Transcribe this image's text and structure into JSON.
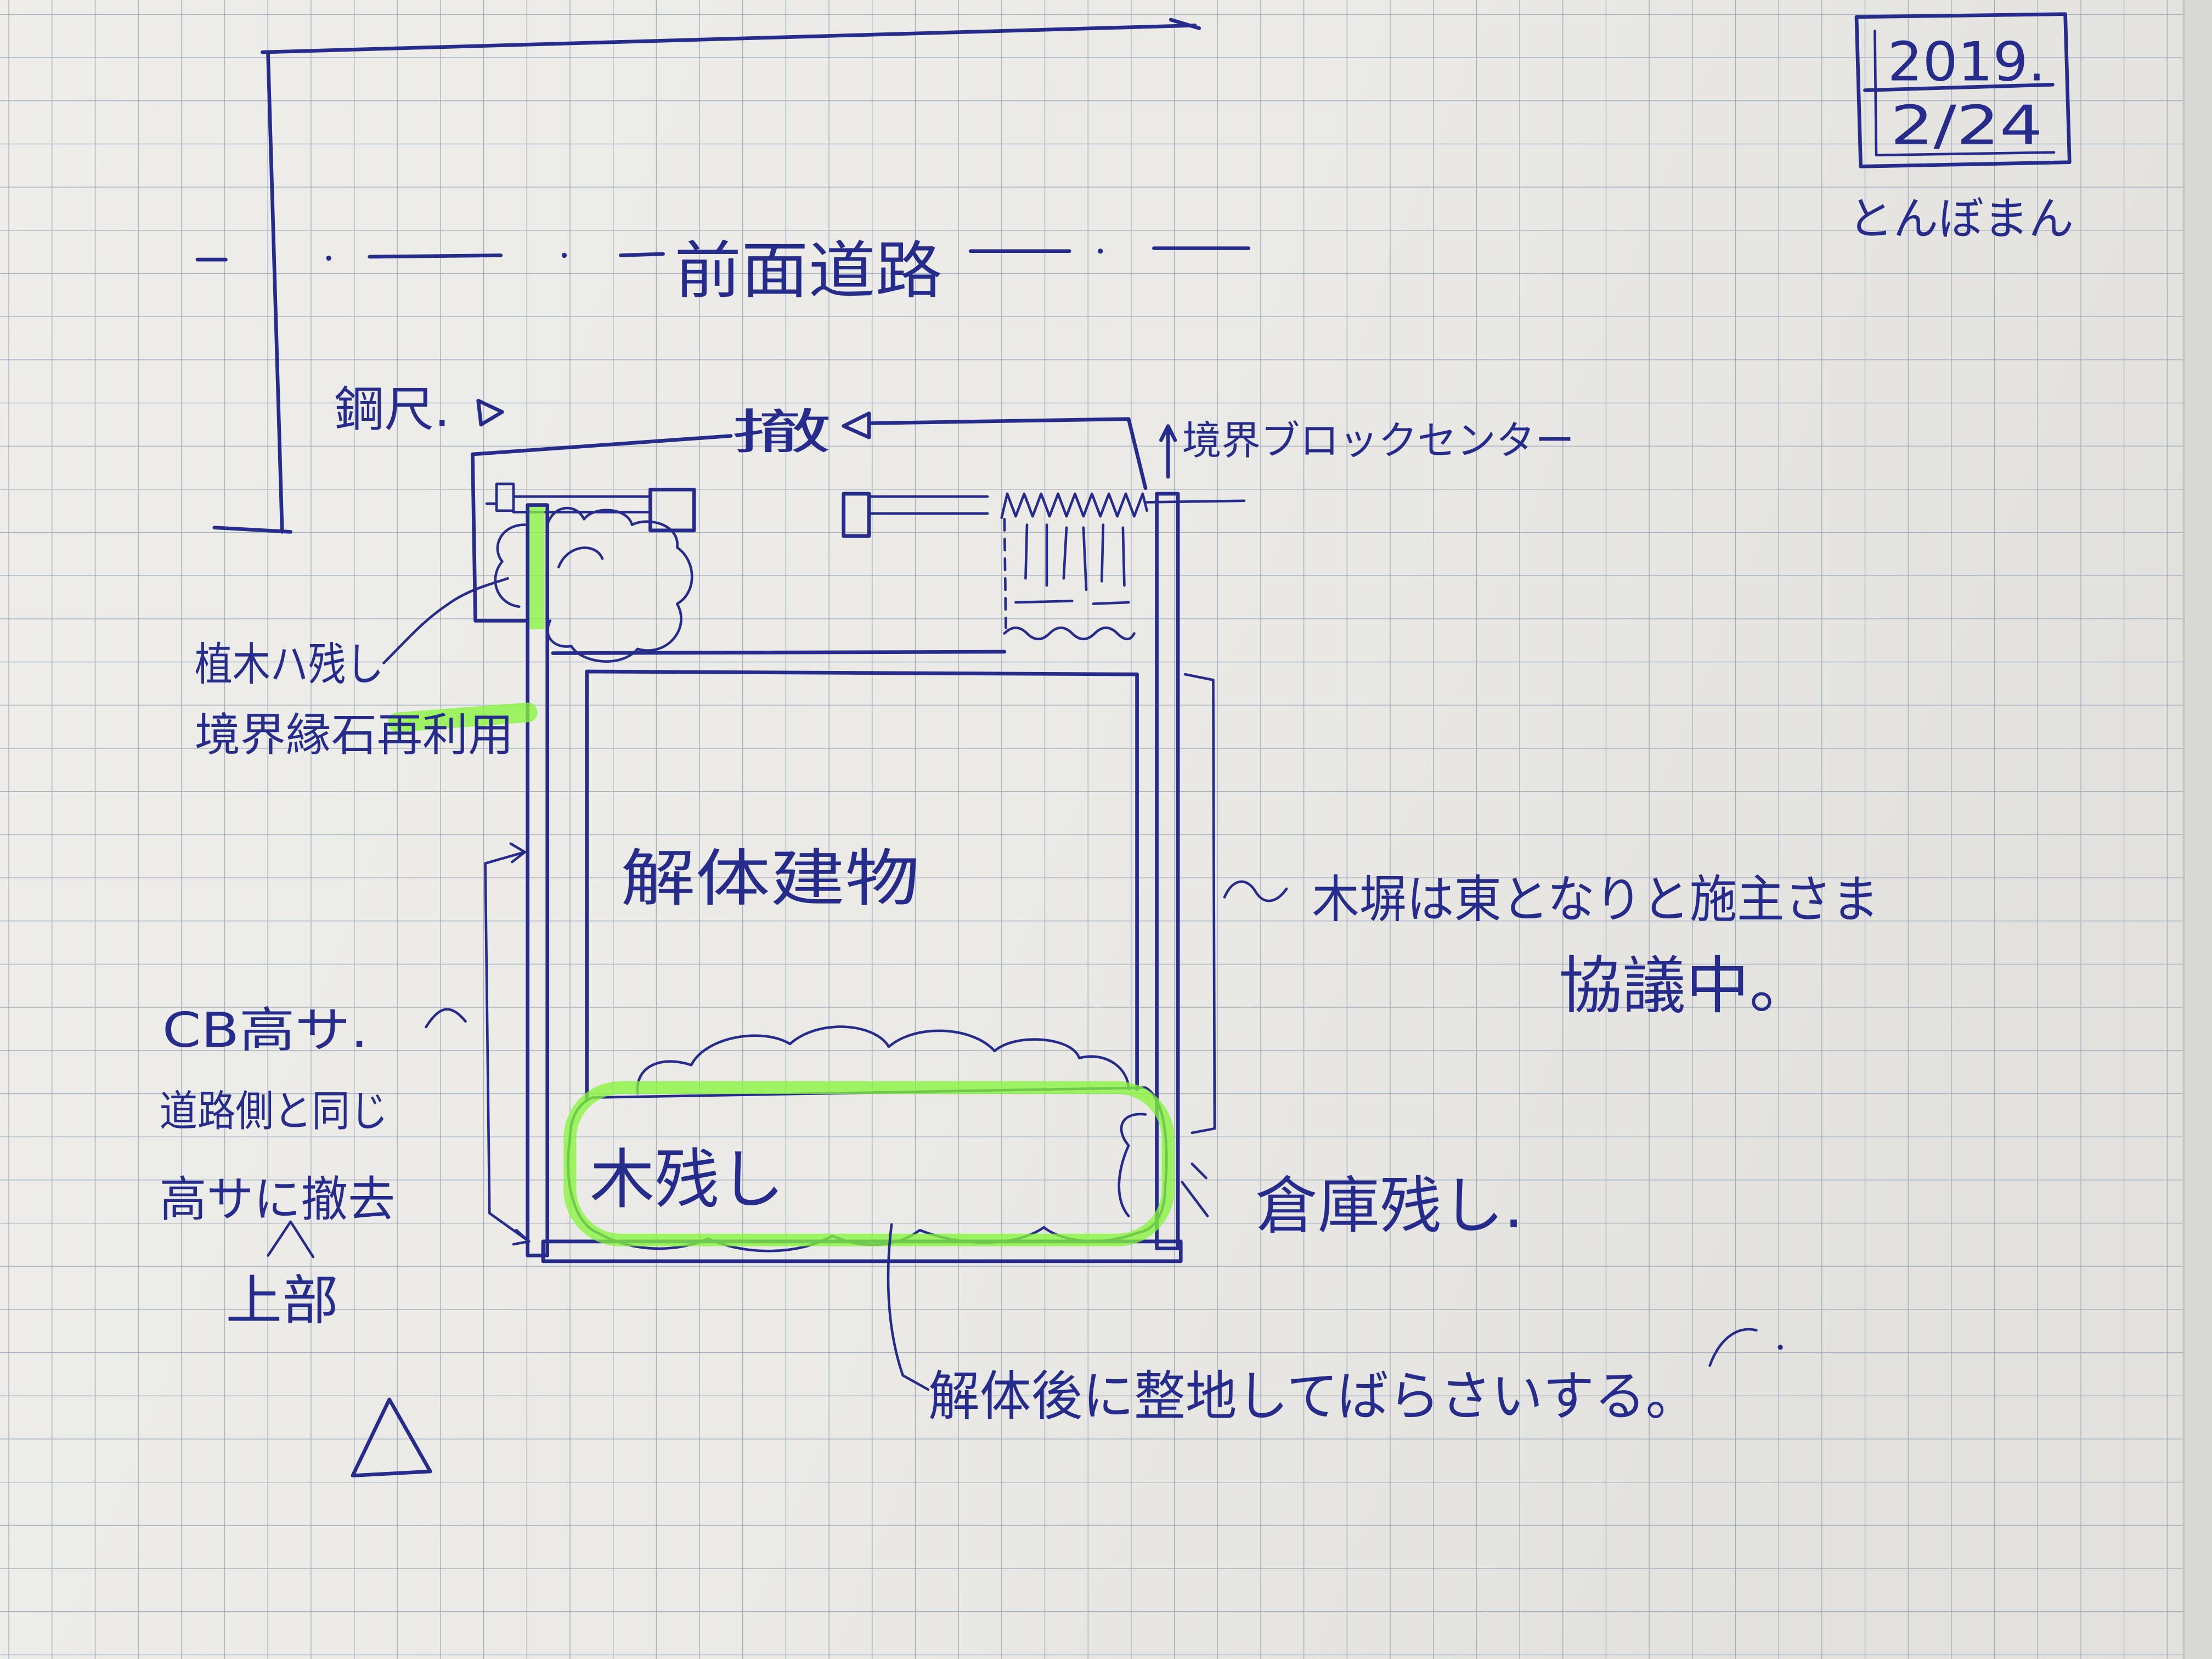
{
  "date_box": {
    "year": "2019.",
    "day": "2/24"
  },
  "signature": "とんぼまん",
  "road": {
    "label": "前面道路"
  },
  "front": {
    "left_marker": "鋼尺.",
    "removal": "撤",
    "boundary_block": "境界ブロックセンター"
  },
  "left_notes": {
    "keep_trees": "植木ハ残し",
    "reuse_curb": "境界縁石再利用",
    "cb_height": "CB高サ.",
    "same_as_road": "道路側と同じ",
    "remove_to_height": "高サに撤去",
    "upper_part": "上部"
  },
  "site": {
    "building": "解体建物",
    "keep_trees_rear": "木残し",
    "keep_shed": "倉庫残し."
  },
  "right_notes": {
    "fence_line1": "木塀は東となりと施主さま",
    "fence_line2": "協議中。"
  },
  "bottom_note": "解体後に整地してばらさいする。",
  "colors": {
    "ink": "#262c8c",
    "highlighter": "#86f53c",
    "grid": "#9fabbd",
    "paper": "#ecebe7"
  }
}
